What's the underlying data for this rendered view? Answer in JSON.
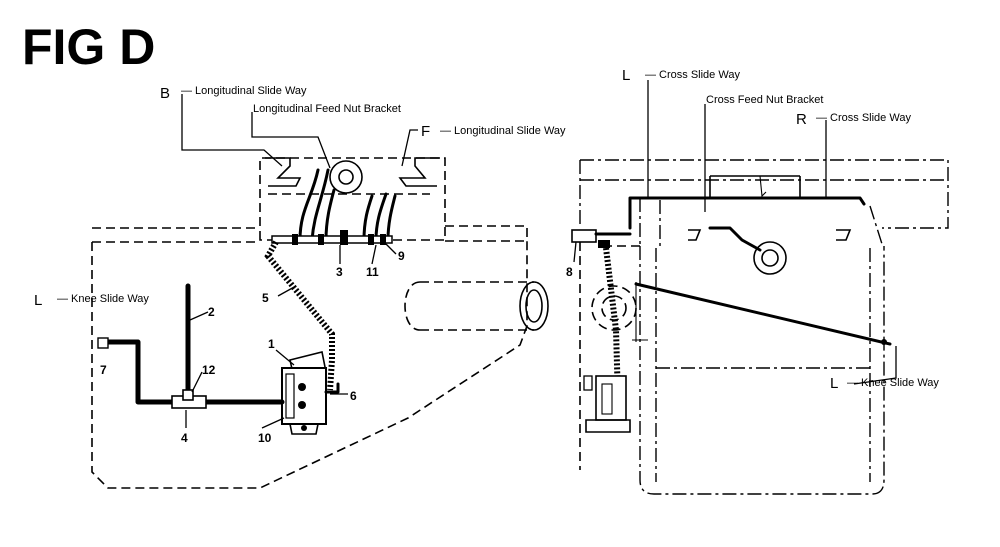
{
  "figure": {
    "title": "FIG D"
  },
  "left_view": {
    "callouts": {
      "b_letter": "B",
      "b_text": "Longitudinal Slide Way",
      "nut_bracket_text": "Longitudinal Feed Nut Bracket",
      "f_letter": "F",
      "f_text": "Longitudinal Slide Way",
      "l_letter": "L",
      "l_text": "Knee Slide Way"
    },
    "parts": {
      "p1": "1",
      "p2": "2",
      "p3": "3",
      "p4": "4",
      "p5": "5",
      "p6": "6",
      "p7": "7",
      "p9": "9",
      "p10": "10",
      "p11": "11",
      "p12": "12"
    }
  },
  "right_view": {
    "callouts": {
      "l_cross_letter": "L",
      "l_cross_text": "Cross Slide Way",
      "cross_nut_text": "Cross Feed Nut Bracket",
      "r_letter": "R",
      "r_text": "Cross Slide Way",
      "l_knee_letter": "L",
      "l_knee_text": "Knee Slide Way"
    },
    "parts": {
      "p8": "8"
    }
  }
}
